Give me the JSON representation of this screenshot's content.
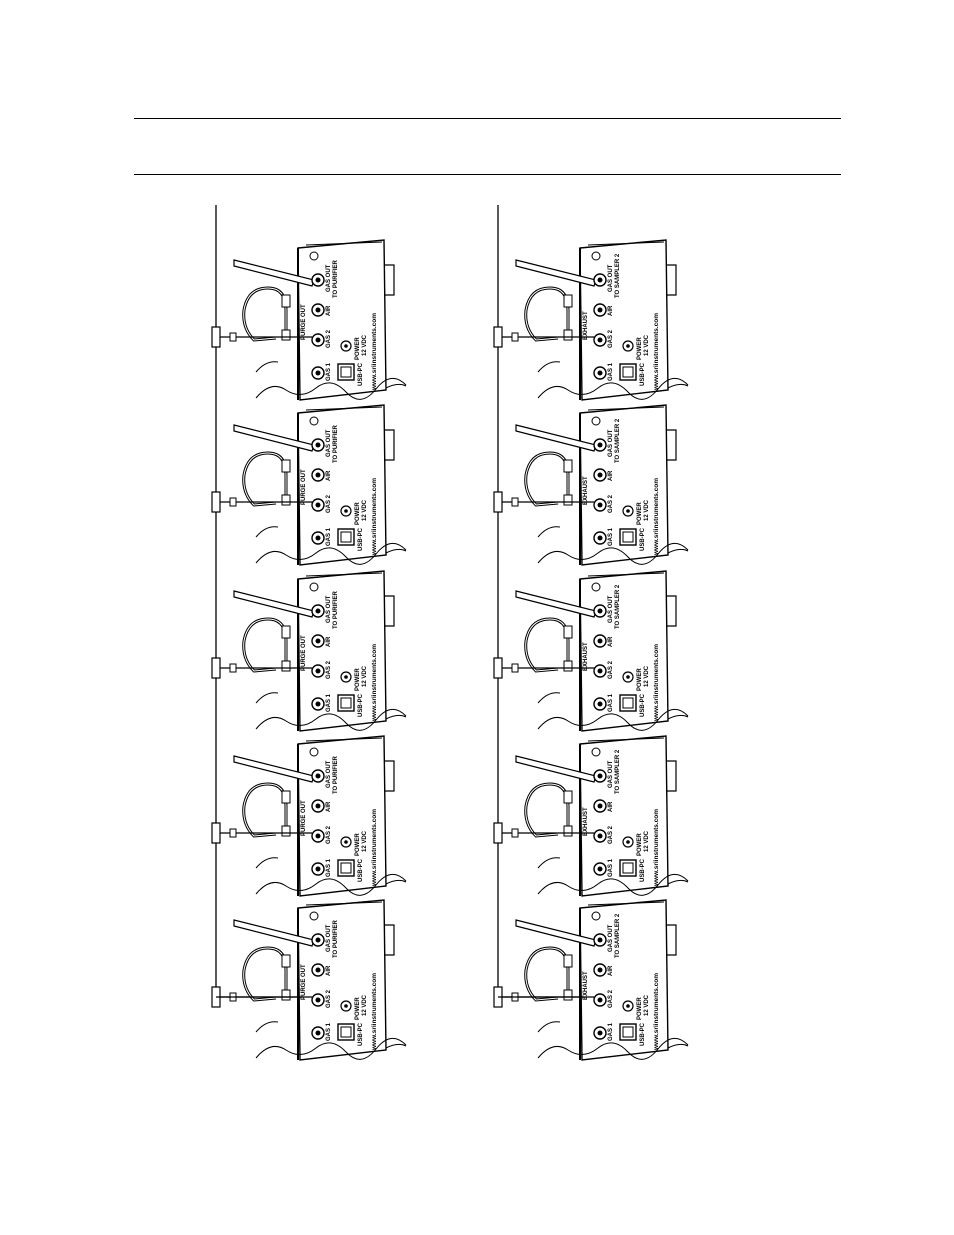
{
  "diagram": {
    "columns": [
      {
        "id": "left",
        "units": 5,
        "labels": {
          "out": [
            "GAS OUT",
            "TO PURIFIER"
          ],
          "air": "AIR",
          "port_label": "PURGE OUT",
          "gas2": "GAS 2",
          "gas1": "GAS 1",
          "power": [
            "POWER",
            "12 VDC"
          ],
          "usb": "USB-PC",
          "url": "www.sriinstruments.com"
        }
      },
      {
        "id": "right",
        "units": 5,
        "labels": {
          "out": [
            "GAS OUT",
            "TO SAMPLER 2"
          ],
          "air": "AIR",
          "port_label": "EXHAUST",
          "gas2": "GAS 2",
          "gas1": "GAS 1",
          "power": [
            "POWER",
            "12 VDC"
          ],
          "usb": "USB-PC",
          "url": "www.sriinstruments.com"
        }
      }
    ],
    "line_color": "#000000"
  }
}
